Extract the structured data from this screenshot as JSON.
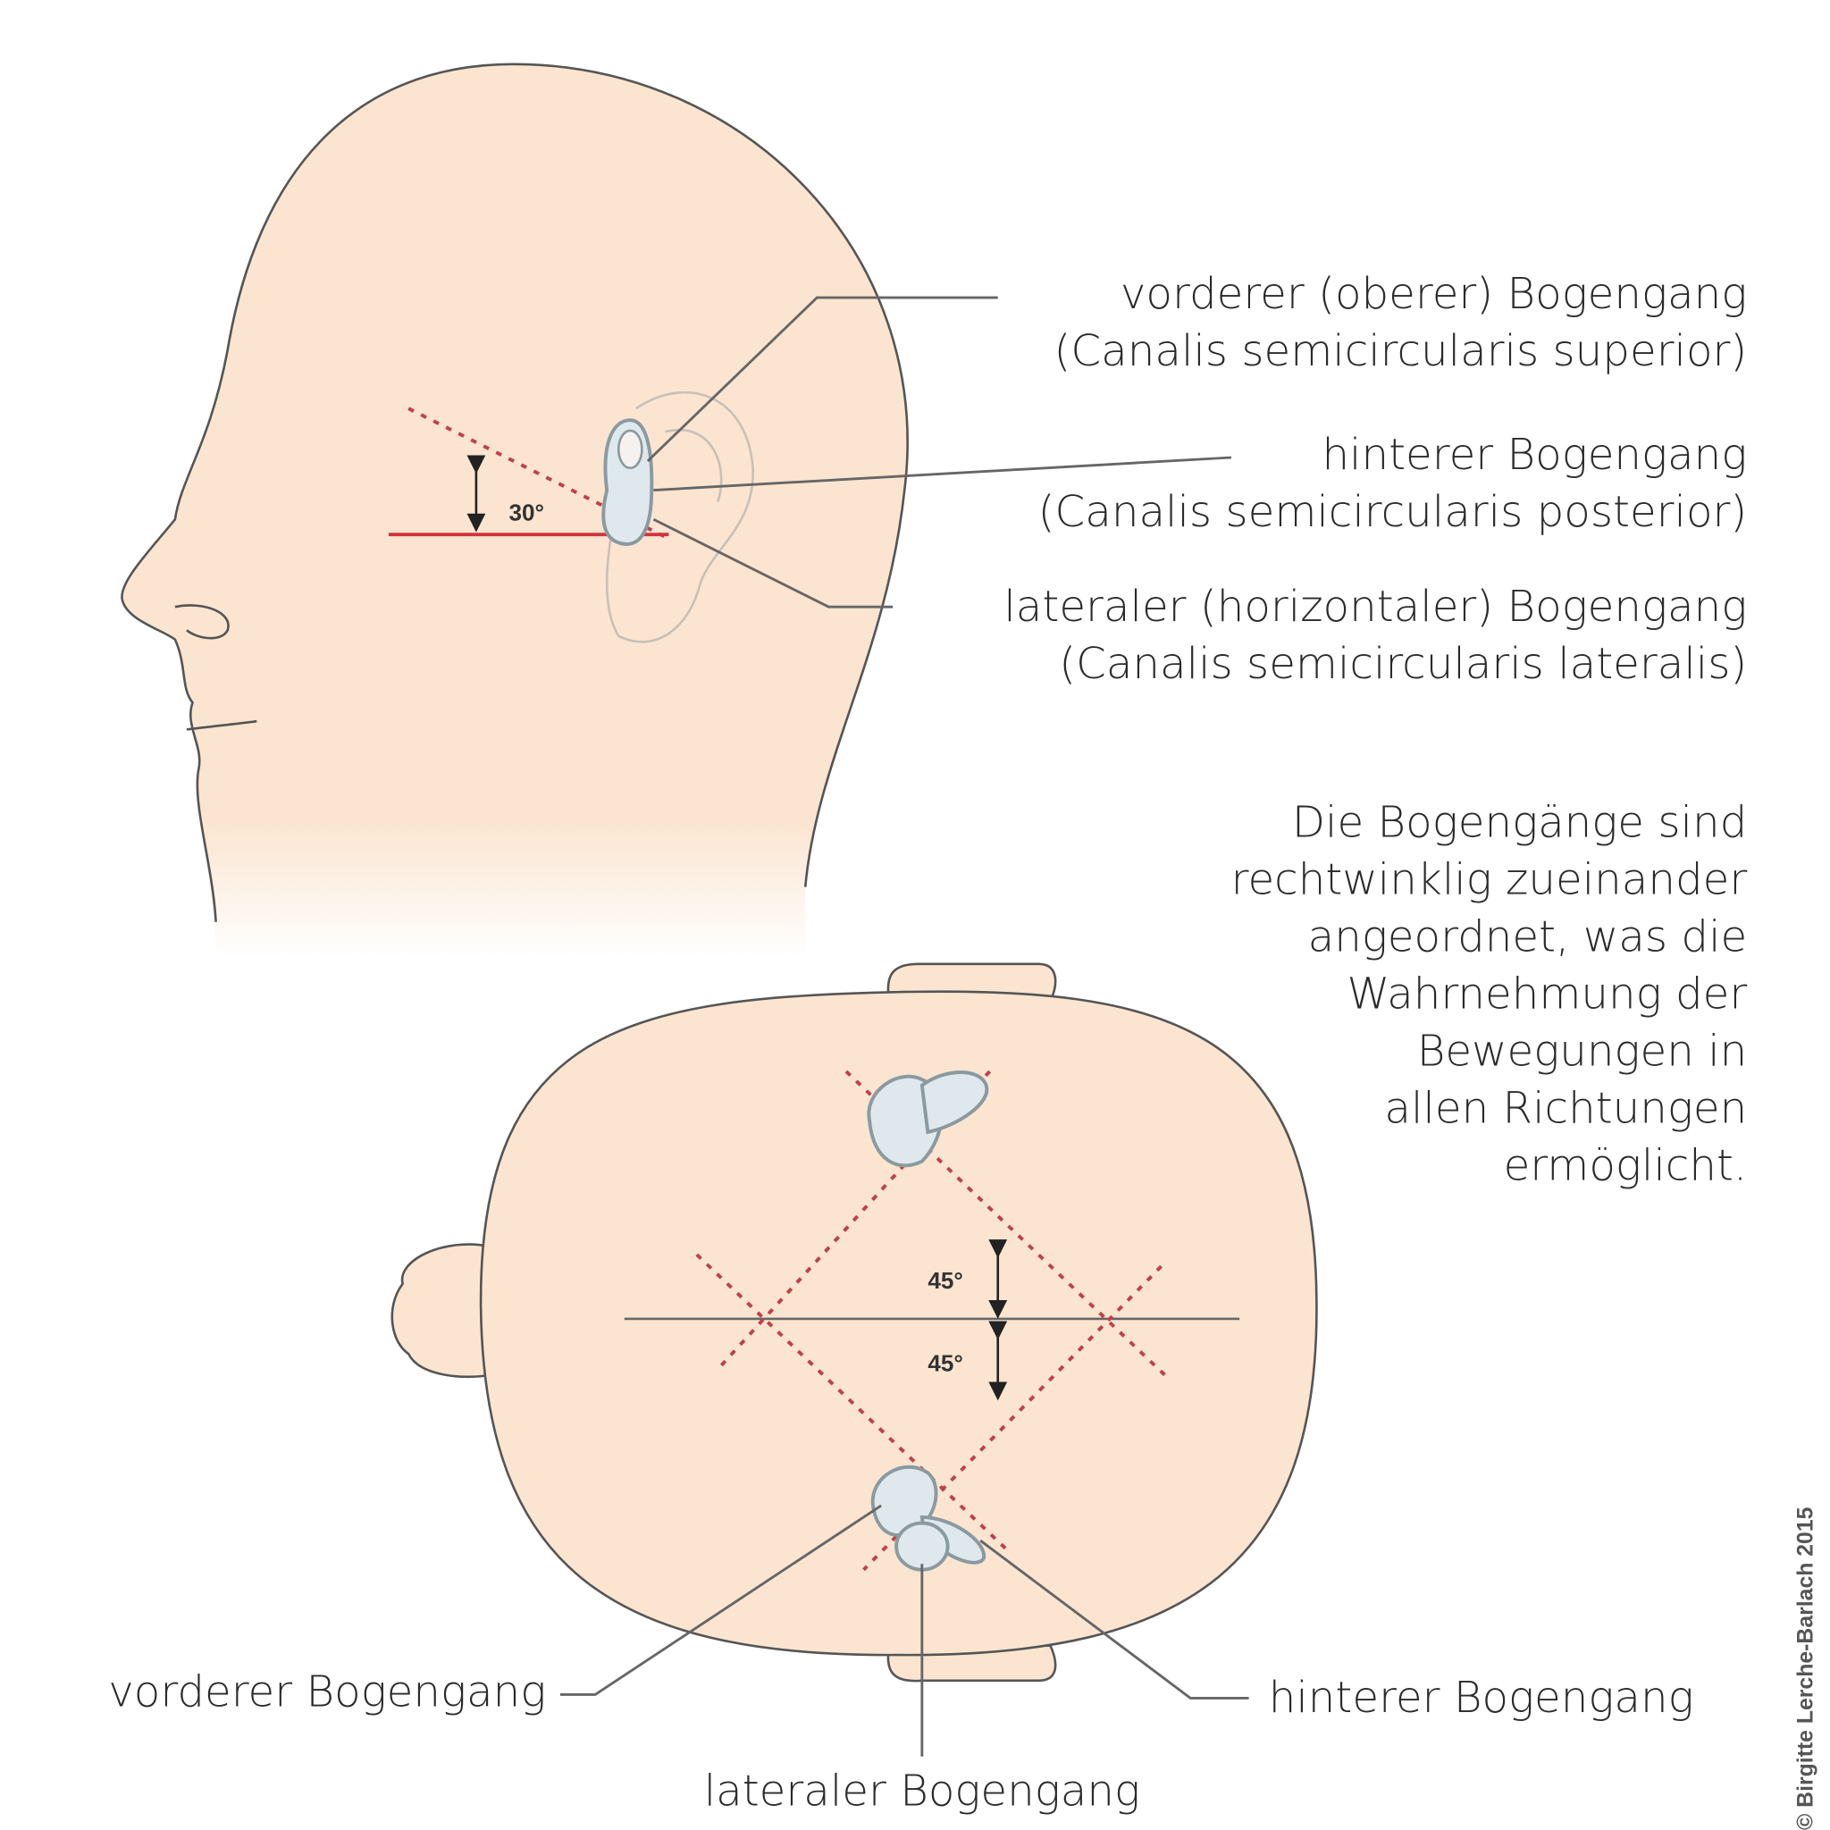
{
  "side_view": {
    "angle_label": "30°",
    "labels": [
      {
        "line1": "vorderer (oberer) Bogengang",
        "line2": "(Canalis semicircularis superior)"
      },
      {
        "line1": "hinterer Bogengang",
        "line2": "(Canalis semicircularis posterior)"
      },
      {
        "line1": "lateraler (horizontaler) Bogengang",
        "line2": "(Canalis semicircularis lateralis)"
      }
    ]
  },
  "description": [
    "Die Bogengänge sind",
    "rechtwinklig zueinander",
    "angeordnet, was die",
    "Wahrnehmung der",
    "Bewegungen in",
    "allen Richtungen",
    "ermöglicht."
  ],
  "top_view": {
    "angle_upper": "45°",
    "angle_lower": "45°",
    "label_anterior": "vorderer Bogengang",
    "label_posterior": "hinterer Bogengang",
    "label_lateral": "lateraler Bogengang"
  },
  "copyright": "© Birgitte Lerche-Barlach 2015",
  "colors": {
    "skin": "#fbe5d0",
    "red": "#d0343c",
    "canal": "#dfe8ec"
  }
}
